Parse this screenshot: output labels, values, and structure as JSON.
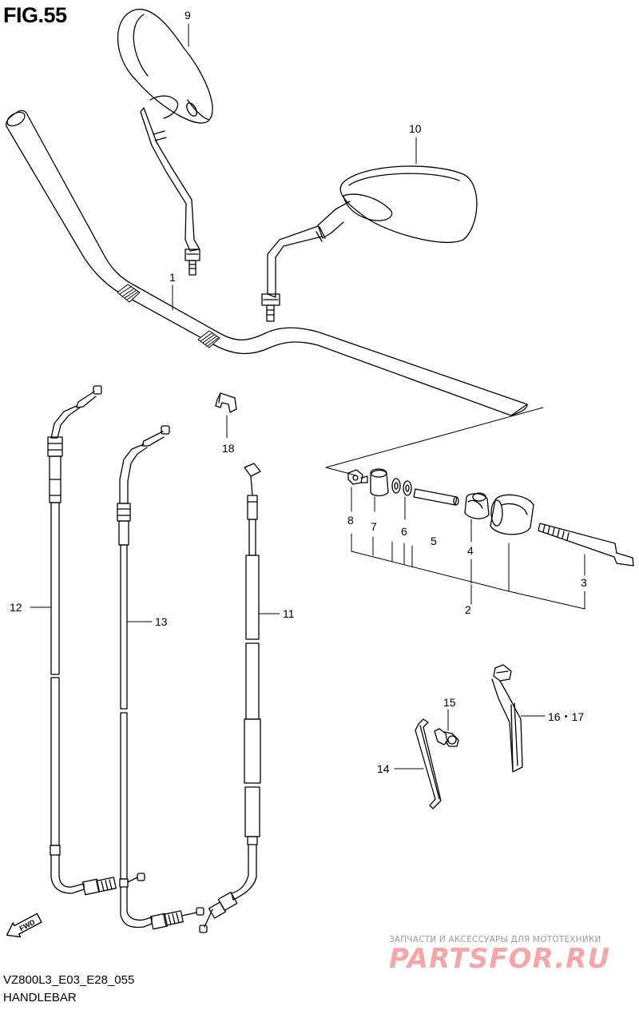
{
  "figure_title": "FIG.55",
  "footer": {
    "code": "VZ800L3_E03_E28_055",
    "title": "HANDLEBAR"
  },
  "watermark": {
    "tagline": "ЗАПЧАСТИ И АКСЕССУАРЫ ДЛЯ МОТОТЕХНИКИ",
    "brand": "PARTSFOR.RU"
  },
  "fwd_mark": "FWD",
  "callouts": {
    "p1": "1",
    "p2": "2",
    "p3": "3",
    "p4": "4",
    "p5": "5",
    "p6": "6",
    "p7": "7",
    "p8": "8",
    "p9": "9",
    "p10": "10",
    "p11": "11",
    "p12": "12",
    "p13": "13",
    "p14": "14",
    "p15": "15",
    "p16_17": "16・17",
    "p18": "18"
  },
  "colors": {
    "line": "#000000",
    "watermark_brand": "#f3a7a7",
    "watermark_tagline": "#9a9a9a"
  }
}
